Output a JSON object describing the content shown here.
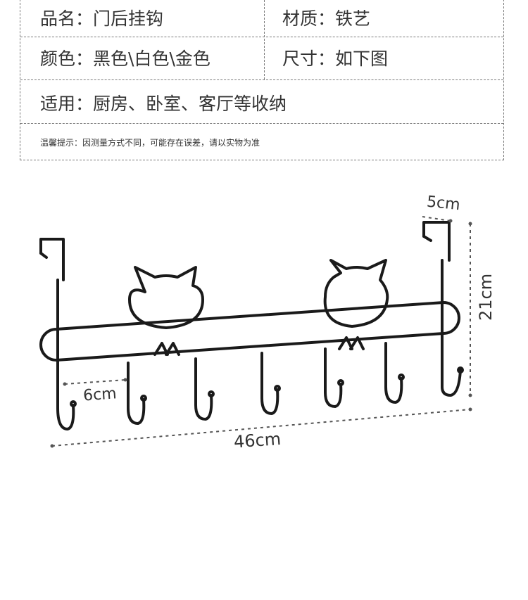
{
  "specs": {
    "name_label": "品名：",
    "name_value": "门后挂钩",
    "material_label": "材质：",
    "material_value": "铁艺",
    "color_label": "颜色：",
    "color_value": "黑色\\白色\\金色",
    "size_label": "尺寸：",
    "size_value": "如下图",
    "usage_label": "适用：",
    "usage_value": "厨房、卧室、客厅等收纳",
    "note": "温馨提示：因测量方式不同，可能存在误差，请以实物为准"
  },
  "dimensions": {
    "depth": "5cm",
    "height": "21cm",
    "hook_spacing": "6cm",
    "width": "46cm"
  },
  "colors": {
    "text": "#333333",
    "border": "#7a7a7a",
    "product": "#1a1a1a"
  }
}
